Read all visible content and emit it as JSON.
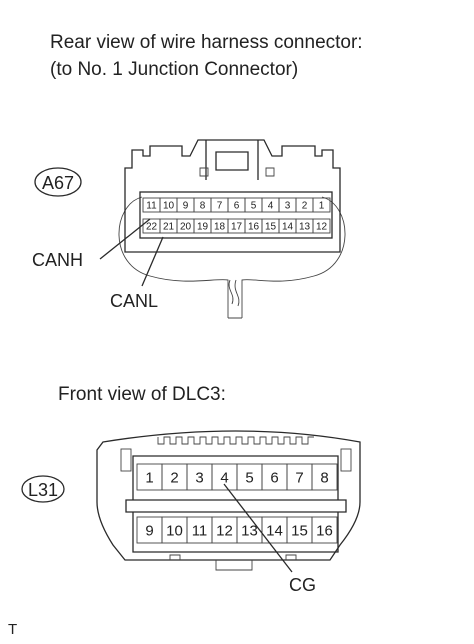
{
  "captions": {
    "rear_line1": "Rear view of wire harness connector:",
    "rear_line2": "(to No. 1 Junction Connector)",
    "front": "Front view of DLC3:"
  },
  "connector_a67": {
    "code": "A67",
    "top_row": [
      "11",
      "10",
      "9",
      "8",
      "7",
      "6",
      "5",
      "4",
      "3",
      "2",
      "1"
    ],
    "bottom_row": [
      "22",
      "21",
      "20",
      "19",
      "18",
      "17",
      "16",
      "15",
      "14",
      "13",
      "12"
    ],
    "labels": {
      "canh": "CANH",
      "canl": "CANL"
    }
  },
  "connector_l31": {
    "code": "L31",
    "top_row": [
      "1",
      "2",
      "3",
      "4",
      "5",
      "6",
      "7",
      "8"
    ],
    "bottom_row": [
      "9",
      "10",
      "11",
      "12",
      "13",
      "14",
      "15",
      "16"
    ],
    "labels": {
      "cg": "CG"
    }
  },
  "footer_mark": "T"
}
